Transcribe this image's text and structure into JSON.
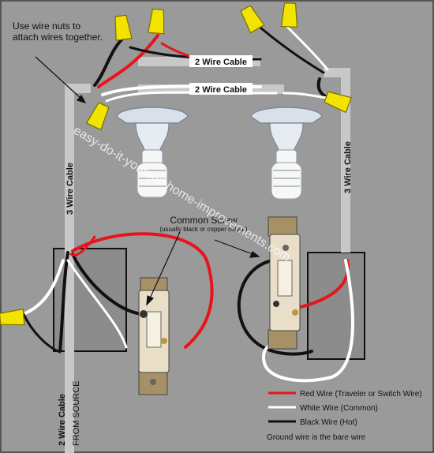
{
  "notes": {
    "wire_nuts": [
      "Use wire nuts to",
      "attach wires together."
    ],
    "common_screw": "Common Screw",
    "common_screw_sub": "(usually black or copper colour)"
  },
  "cables": {
    "top_upper": "2 Wire Cable",
    "top_lower": "2 Wire Cable",
    "left_vertical": "3 Wire Cable",
    "right_vertical": "3 Wire Cable",
    "source": "2 Wire Cable",
    "source_sub": "FROM SOURCE"
  },
  "watermark": "easy-do-it-yourself-home-improvements.com",
  "legend": {
    "items": [
      {
        "label": "Red Wire (Traveler or Switch Wire)",
        "color": "#e8141b"
      },
      {
        "label": "White Wire (Common)",
        "color": "#ffffff"
      },
      {
        "label": "Black Wire (Hot)",
        "color": "#111111"
      }
    ],
    "ground_note": "Ground wire is the bare wire"
  },
  "colors": {
    "background": "#9a9a9a",
    "cable_sheath": "#c8c8c8",
    "box": "#8c8c8c",
    "wire_nut": "#f2e400",
    "red_wire": "#e8141b",
    "white_wire": "#ffffff",
    "black_wire": "#111111"
  }
}
